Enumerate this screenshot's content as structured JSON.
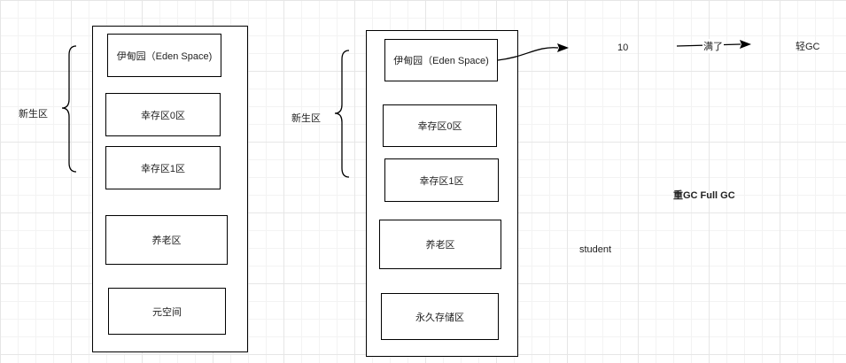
{
  "left_diagram": {
    "group_label": "新生区",
    "eden": "伊甸园（Eden Space)",
    "survivor0": "幸存区0区",
    "survivor1": "幸存区1区",
    "old": "养老区",
    "meta": "元空间"
  },
  "right_diagram": {
    "group_label": "新生区",
    "eden": "伊甸园（Eden Space)",
    "survivor0": "幸存区0区",
    "survivor1": "幸存区1区",
    "old": "养老区",
    "perm": "永久存储区"
  },
  "annotations": {
    "count": "10",
    "full_label": "满了",
    "minor_gc": "轻GC",
    "major_gc": "重GC  Full GC",
    "student": "student"
  }
}
